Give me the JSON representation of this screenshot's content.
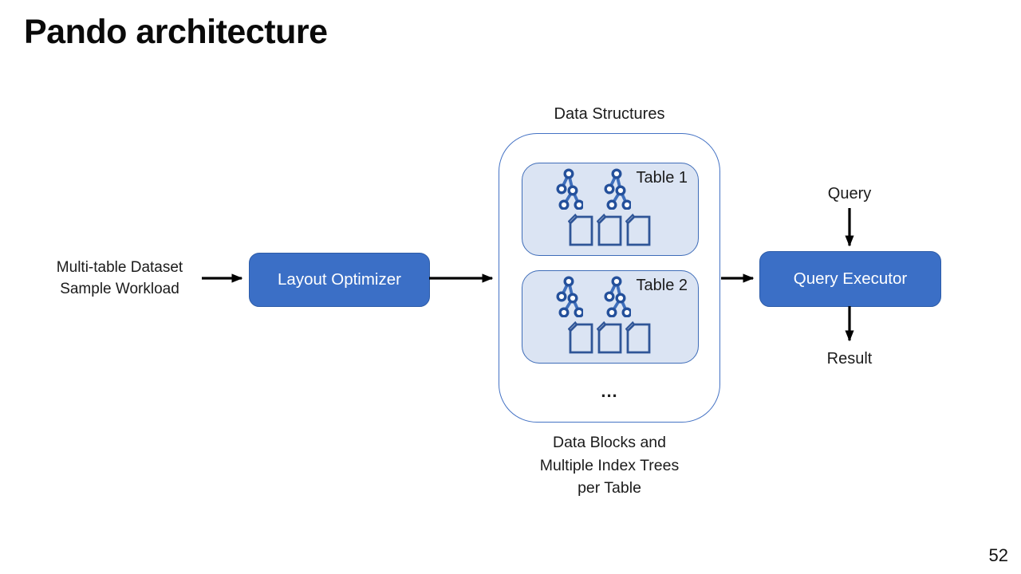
{
  "slide": {
    "title": "Pando architecture",
    "page_number": "52"
  },
  "diagram": {
    "input": {
      "line1": "Multi-table Dataset",
      "line2": "Sample Workload"
    },
    "layout_optimizer_label": "Layout Optimizer",
    "data_structures": {
      "title": "Data Structures",
      "tables": [
        {
          "label": "Table 1"
        },
        {
          "label": "Table 2"
        }
      ],
      "ellipsis": "...",
      "caption_lines": [
        "Data Blocks and",
        "Multiple Index Trees",
        "per Table"
      ]
    },
    "query_executor_label": "Query Executor",
    "query_label": "Query",
    "result_label": "Result"
  },
  "icons": {
    "tree": "index-tree-icon",
    "data_block": "data-block-icon"
  },
  "colors": {
    "process_box_fill": "#3B6FC6",
    "process_box_text": "#FFFFFF",
    "table_card_fill": "#DBE4F3",
    "table_card_border": "#3E6CB8",
    "container_border": "#4472C4",
    "icon_node_blue": "#24509B",
    "icon_edge_blue": "#3F6FBC",
    "doc_outline_blue": "#2F5597",
    "arrow_color": "#000000"
  }
}
